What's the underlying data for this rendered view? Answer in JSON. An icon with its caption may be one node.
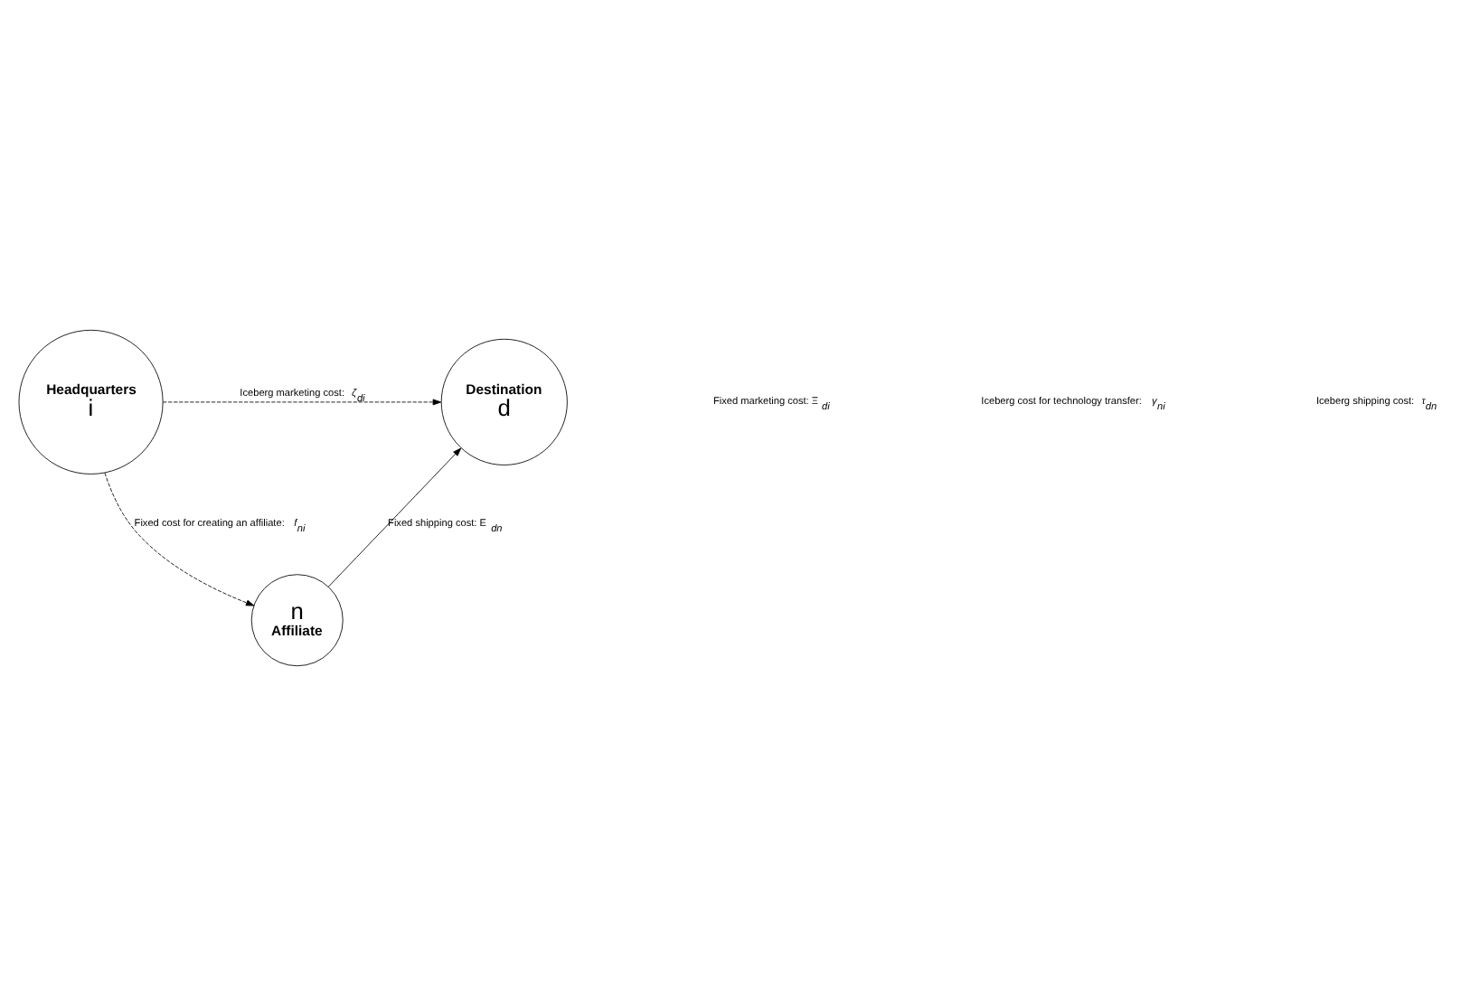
{
  "diagram": {
    "nodes": [
      {
        "text": [
          "Headquarters",
          "i"
        ]
      },
      {
        "text": [
          "Destination",
          "d"
        ]
      },
      {
        "text": [
          "n",
          "Affiliate"
        ]
      }
    ],
    "edges": [
      {
        "from": 0,
        "to": 1,
        "arrow": "to",
        "style": "dashed",
        "label": "Iceberg marketing cost: *ζ*$_{di}$"
      },
      {
        "from": 0,
        "to": 2,
        "arrow": "to",
        "style": "dashed",
        "label": "Fixed cost for creating an affiliate: *f*$_{ni}$"
      },
      {
        "from": 2,
        "to": 1,
        "arrow": "to",
        "label": "Fixed shipping cost: E$_{dn}$"
      }
    ],
    "labels": [
      "Fixed marketing cost: Ξ$_{di}$",
      "Iceberg cost for technology transfer: *γ*$_{ni}$",
      "Iceberg shipping cost: *τ*$_{dn}$"
    ]
  }
}
